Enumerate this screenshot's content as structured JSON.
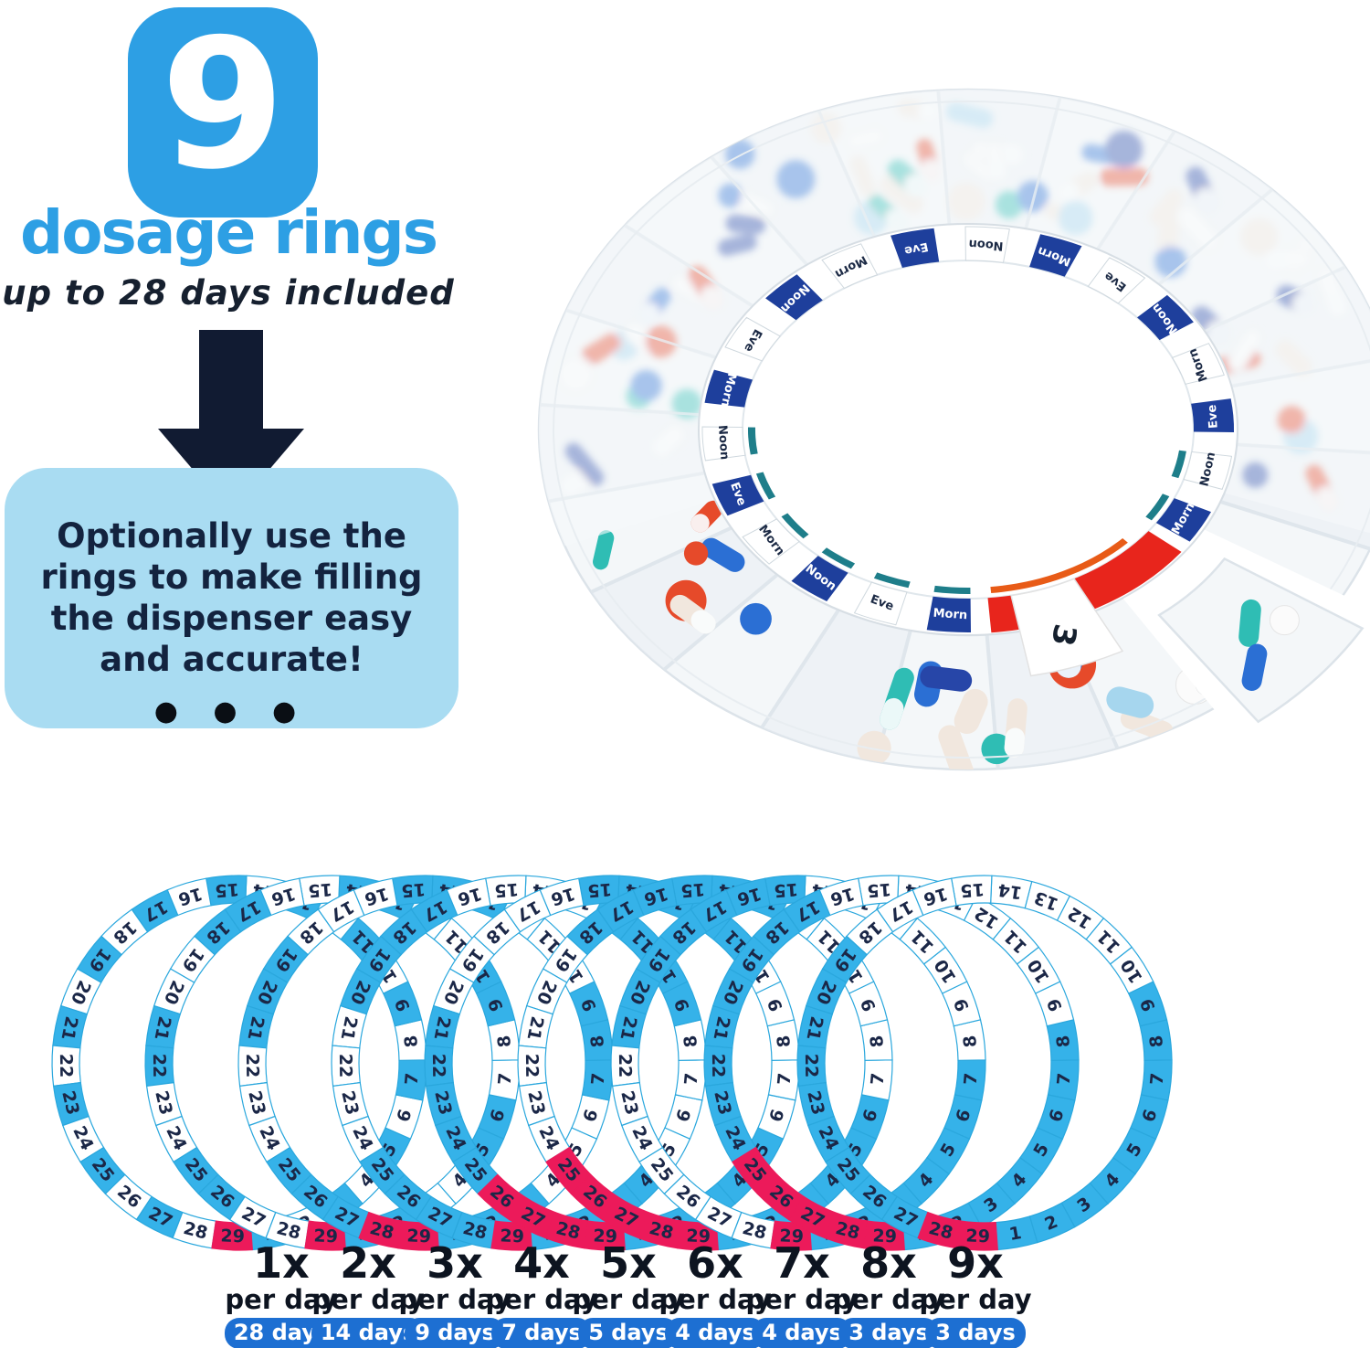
{
  "header": {
    "count": "9",
    "title": "dosage rings",
    "subtitle": "up to 28 days included"
  },
  "callout": {
    "text": "Optionally use the rings to make filling the dispenser easy and accurate!",
    "dots": "● ● ●"
  },
  "dispenser": {
    "time_labels": [
      "Morn",
      "Noon",
      "Eve"
    ],
    "day_tab_label": "3",
    "compartment_count": 22
  },
  "rings_section": {
    "slot_count": 29,
    "rings": [
      {
        "label": "1x",
        "per_day": "per day",
        "badge": "28 days",
        "doses_per_day": 1,
        "days": 28,
        "red_slots": [
          29
        ]
      },
      {
        "label": "2x",
        "per_day": "per day",
        "badge": "14 days",
        "doses_per_day": 2,
        "days": 14,
        "red_slots": [
          29
        ]
      },
      {
        "label": "3x",
        "per_day": "per day",
        "badge": "9 days",
        "doses_per_day": 3,
        "days": 9,
        "red_slots": [
          28,
          29
        ]
      },
      {
        "label": "4x",
        "per_day": "per day",
        "badge": "7 days",
        "doses_per_day": 4,
        "days": 7,
        "red_slots": [
          29
        ]
      },
      {
        "label": "5x",
        "per_day": "per day",
        "badge": "5 days",
        "doses_per_day": 5,
        "days": 5,
        "red_slots": [
          26,
          27,
          28,
          29
        ]
      },
      {
        "label": "6x",
        "per_day": "per day",
        "badge": "4 days",
        "doses_per_day": 6,
        "days": 4,
        "red_slots": [
          25,
          26,
          27,
          28,
          29
        ]
      },
      {
        "label": "7x",
        "per_day": "per day",
        "badge": "4 days",
        "doses_per_day": 7,
        "days": 4,
        "red_slots": [
          29
        ]
      },
      {
        "label": "8x",
        "per_day": "per day",
        "badge": "3 days",
        "doses_per_day": 8,
        "days": 3,
        "red_slots": [
          25,
          26,
          27,
          28,
          29
        ]
      },
      {
        "label": "9x",
        "per_day": "per day",
        "badge": "3 days",
        "doses_per_day": 9,
        "days": 3,
        "red_slots": [
          28,
          29
        ]
      }
    ]
  },
  "colors": {
    "brand_blue": "#2d9fe4",
    "ring_blue": "#35b2e9",
    "ring_outline": "#2aa7dd",
    "ring_red": "#ec1a5a",
    "number_navy": "#1b2747",
    "navy": "#111b32",
    "callout_bg": "#a9dcf2",
    "badge_blue": "#1d6fd2",
    "chip_navy": "#1e3f9c",
    "chip_red": "#e8251c",
    "teal_strip": "#1e7e8a",
    "orange_strip": "#e85b17",
    "plastic": "#f4f7f9",
    "plastic_edge": "#dce3e9"
  }
}
